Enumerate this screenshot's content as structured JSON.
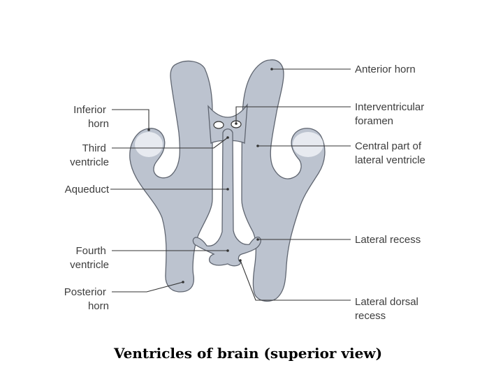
{
  "labels_left": {
    "inferior_horn": [
      "Inferior",
      "horn"
    ],
    "third_ventricle": [
      "Third",
      "ventricle"
    ],
    "aqueduct": [
      "Aqueduct"
    ],
    "fourth_ventricle": [
      "Fourth",
      "ventricle"
    ],
    "posterior_horn": [
      "Posterior",
      "horn"
    ]
  },
  "labels_right": {
    "anterior_horn": [
      "Anterior horn"
    ],
    "interventricular_foramen": [
      "Interventricular",
      "foramen"
    ],
    "central_part": [
      "Central part of",
      "lateral ventricle"
    ],
    "lateral_recess": [
      "Lateral recess"
    ],
    "lateral_dorsal_recess": [
      "Lateral dorsal",
      "recess"
    ]
  },
  "caption": "Ventricles of brain (superior view)",
  "colors": {
    "ventricle_fill": "#bcc3cf",
    "outline": "#5f6570",
    "highlight": "#e9ecf1",
    "label_text": "#3d3d3d"
  }
}
